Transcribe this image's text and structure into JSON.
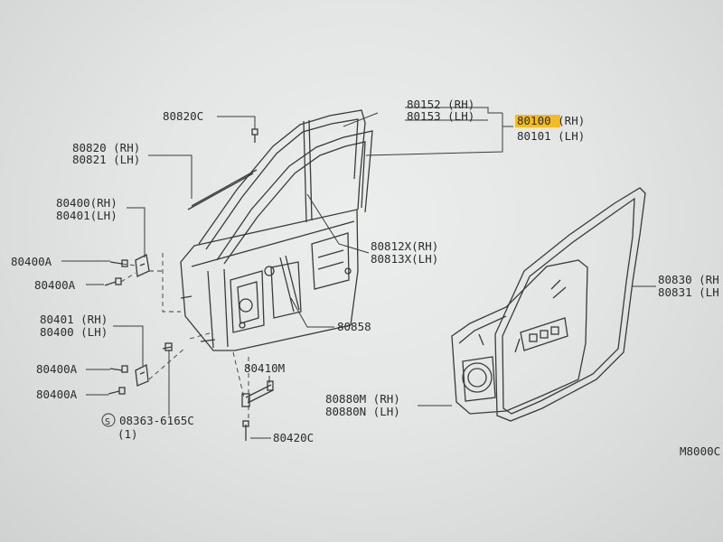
{
  "labels": {
    "l80820c": "80820C",
    "l80820": "80820 (RH)",
    "l80821": "80821 (LH)",
    "l80152": "80152 (RH)",
    "l80153": "80153 (LH)",
    "l80100": "80100 (RH)",
    "l80101": "80101 (LH)",
    "l80400": "80400(RH)",
    "l80401": "80401(LH)",
    "l80400a1": "80400A",
    "l80400a2": "80400A",
    "l80812x": "80812X(RH)",
    "l80813x": "80813X(LH)",
    "l80858": "80858",
    "l80401b": "80401 (RH)",
    "l80400b": "80400 (LH)",
    "l80400a3": "80400A",
    "l80400a4": "80400A",
    "l80410m": "80410M",
    "l08363": "08363-6165C",
    "l08363q": "(1)",
    "l80420c": "80420C",
    "l80880m": "80880M (RH)",
    "l80880n": "80880N (LH)",
    "l80830": "80830 (RH",
    "l80831": "80831 (LH",
    "lm8000": "M8000C",
    "screw_symbol": "S"
  },
  "colors": {
    "ink": "#2a2a2a",
    "highlight": "#f5b400",
    "paper": "#e8eaea"
  }
}
